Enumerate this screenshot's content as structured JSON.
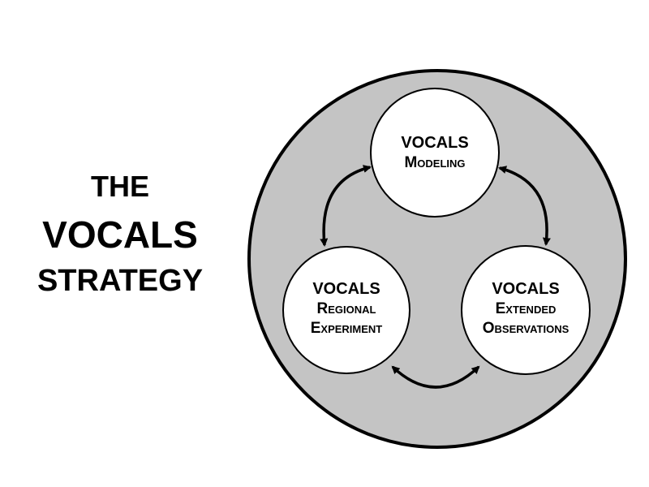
{
  "title": {
    "line1": "THE",
    "line2": "VOCALS",
    "line3": "STRATEGY"
  },
  "nodes": {
    "modeling": {
      "line1": "VOCALS",
      "line2": "Modeling"
    },
    "regional": {
      "line1": "VOCALS",
      "line2": "Regional",
      "line3": "Experiment"
    },
    "extended": {
      "line1": "VOCALS",
      "line2": "Extended",
      "line3": "Observations"
    }
  },
  "colors": {
    "outer_fill": "#c4c4c4",
    "node_fill": "#ffffff",
    "stroke": "#000000"
  }
}
